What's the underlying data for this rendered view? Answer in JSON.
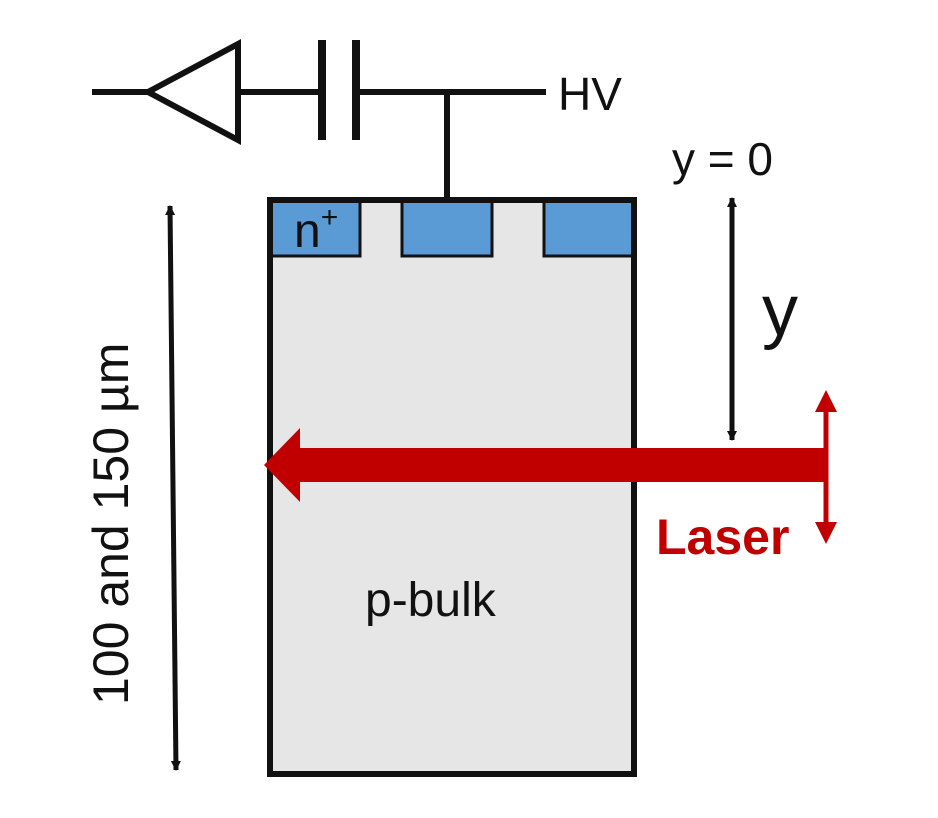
{
  "labels": {
    "hv": "HV",
    "y_zero": "y = 0",
    "y": "y",
    "thickness": "100 and 150 µm",
    "n_plus": "n",
    "n_plus_sup": "+",
    "p_bulk": "p-bulk",
    "laser": "Laser"
  },
  "colors": {
    "outline": "#111111",
    "bulk_fill": "#e6e6e6",
    "implant_fill": "#5b9bd5",
    "laser": "#c00000"
  }
}
